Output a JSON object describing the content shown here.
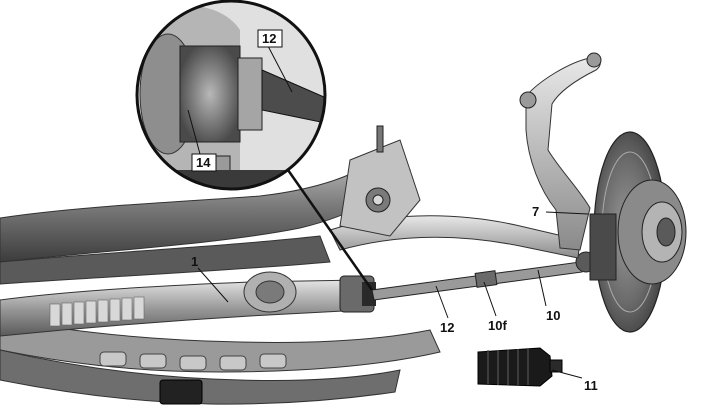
{
  "labels": {
    "rack": "1",
    "knuckle": "7",
    "tie_rod": "10",
    "tie_rod_section": "10f",
    "boot": "11",
    "inner_joint": "12",
    "inner_joint_detail": "12",
    "locknut_detail": "14"
  },
  "colors": {
    "background": "#ffffff",
    "metal_dark": "#4a4a4a",
    "metal_mid": "#8c8c8c",
    "metal_light": "#d2d2d2",
    "boot": "#1a1a1a",
    "leader": "#111111"
  }
}
